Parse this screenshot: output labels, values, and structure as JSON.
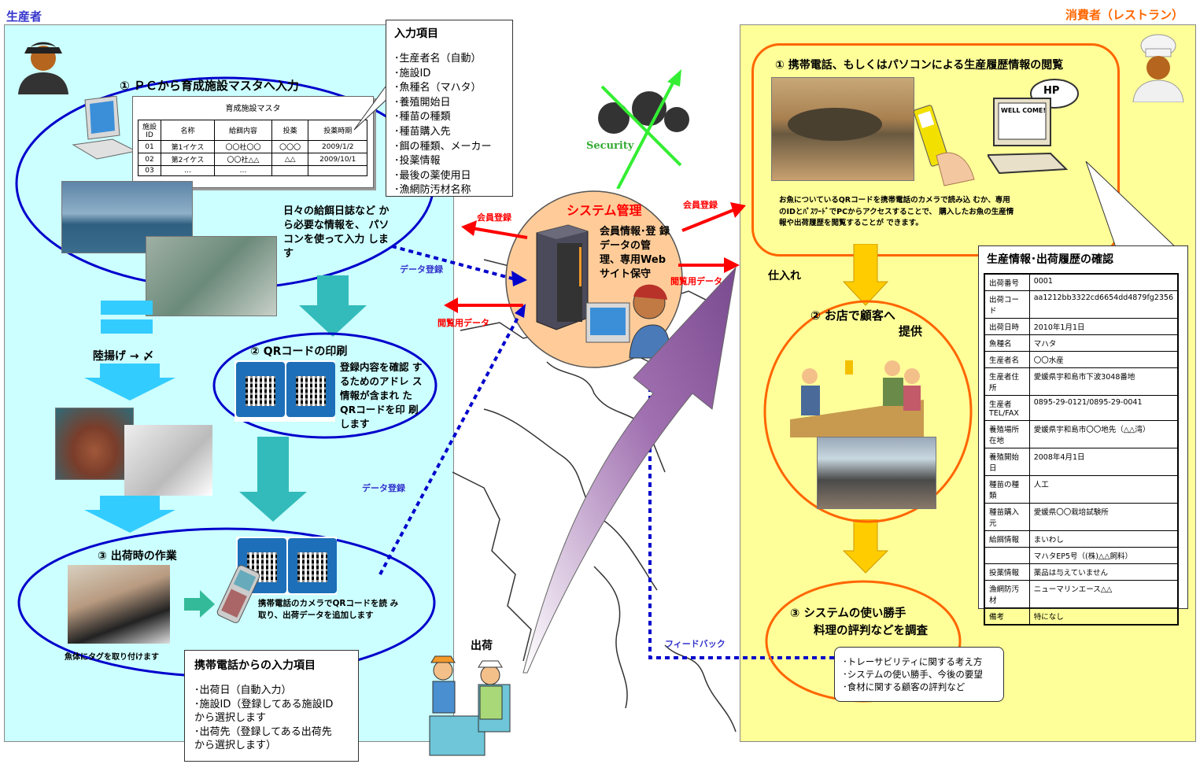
{
  "producer_label": "生産者",
  "consumer_label": "消費者（レストラン）",
  "producer": {
    "step1_title": "① ＰＣから育成施設マスタへ入力",
    "master_table": {
      "title": "育成施設マスタ",
      "headers": [
        "施設ID",
        "名称",
        "給餌内容",
        "投薬",
        "投薬時期"
      ],
      "rows": [
        [
          "01",
          "第1イケス",
          "〇〇社〇〇",
          "〇〇〇",
          "2009/1/2"
        ],
        [
          "02",
          "第2イケス",
          "〇〇社△△",
          "△△",
          "2009/10/1"
        ],
        [
          "03",
          "…",
          "…",
          "",
          ""
        ]
      ]
    },
    "daily_note": "日々の給餌日誌など から必要な情報を、 パソコンを使って入力 します",
    "input_items": {
      "title": "入力項目",
      "items": [
        "･生産者名（自動）",
        "･施設ID",
        "･魚種名（マハタ）",
        "･養殖開始日",
        "･種苗の種類",
        "･種苗購入先",
        "･餌の種類、メーカー",
        "･投薬情報",
        "･最後の薬使用日",
        "･漁網防汚材名称"
      ]
    },
    "landing_label": "陸揚げ → 〆",
    "step2_title": "② QRコードの印刷",
    "step2_desc": "登録内容を確認 するためのアドレ ス情報が含まれ たQRコードを印 刷します",
    "step3_title": "③ 出荷時の作業",
    "tag_caption": "魚体にタグを取り付けます",
    "phone_caption": "携帯電話のカメラでQRコードを読 み取り、出荷データを追加します",
    "phone_items": {
      "title": "携帯電話からの入力項目",
      "items": [
        "･出荷日（自動入力）",
        "･施設ID（登録してある施設ID",
        "から選択します",
        "･出荷先（登録してある出荷先",
        "から選択します）"
      ]
    },
    "shipping_label": "出荷"
  },
  "system": {
    "title": "システム管理",
    "desc": "会員情報･登 録データの管 理、専用Web サイト保守",
    "security_label": "Security",
    "member_reg_left": "会員登録",
    "member_reg_right": "会員登録",
    "browse_data_left": "閲覧用データ",
    "browse_data_right": "閲覧用データ",
    "data_reg_1": "データ登録",
    "data_reg_2": "データ登録",
    "feedback_label": "フィードバック",
    "stock_label": "仕入れ"
  },
  "consumer": {
    "step1_title": "① 携帯電話、もしくはパソコンによる生産履歴情報の閲覧",
    "hp_label": "HP",
    "welcome_label": "WELL COME!",
    "step1_desc": "お魚についているQRコードを携帯電話のカメラで読み込 むか、専用のIDとﾊﾟｽﾜｰﾄﾞでPCからアクセスすることで、 購入したお魚の生産情報や出荷履歴を閲覧することが できます。",
    "step2_title": "② お店で顧客へ",
    "step2_title_2": "提供",
    "step3_title": "③ システムの使い勝手",
    "step3_title_2": "料理の評判などを調査",
    "survey_items": [
      "･トレーサビリティに関する考え方",
      "･システムの使い勝手、今後の要望",
      "･食材に関する顧客の評判など"
    ],
    "history": {
      "title": "生産情報･出荷履歴の確認",
      "rows": [
        [
          "出荷番号",
          "0001"
        ],
        [
          "出荷コード",
          "aa1212bb3322cd6654dd4879fg2356"
        ],
        [
          "出荷日時",
          "2010年1月1日"
        ],
        [
          "魚種名",
          "マハタ"
        ],
        [
          "生産者名",
          "〇〇水産"
        ],
        [
          "生産者住所",
          "愛媛県宇和島市下波3048番地"
        ],
        [
          "生産者TEL/FAX",
          "0895-29-0121/0895-29-0041"
        ],
        [
          "養殖場所在地",
          "愛媛県宇和島市〇〇地先（△△湾）"
        ],
        [
          "養殖開始日",
          "2008年4月1日"
        ],
        [
          "種苗の種類",
          "人工"
        ],
        [
          "種苗購入元",
          "愛媛県〇〇栽培試験所"
        ],
        [
          "給餌情報",
          "まいわし"
        ],
        [
          "",
          "マハタEP5号（(株)△△飼料）"
        ],
        [
          "投薬情報",
          "薬品は与えていません"
        ],
        [
          "漁網防汚材",
          "ニューマリンエース△△"
        ],
        [
          "備考",
          "特になし"
        ]
      ]
    }
  },
  "colors": {
    "producer_bg": "#ccffff",
    "consumer_bg": "#ffff99",
    "producer_ellipse": "#0000cc",
    "consumer_ellipse": "#ff6600",
    "system_circle": "#ffcc99",
    "system_title": "#ff0000",
    "dotted_line": "#0000cc",
    "big_arrow": "#9966aa"
  }
}
